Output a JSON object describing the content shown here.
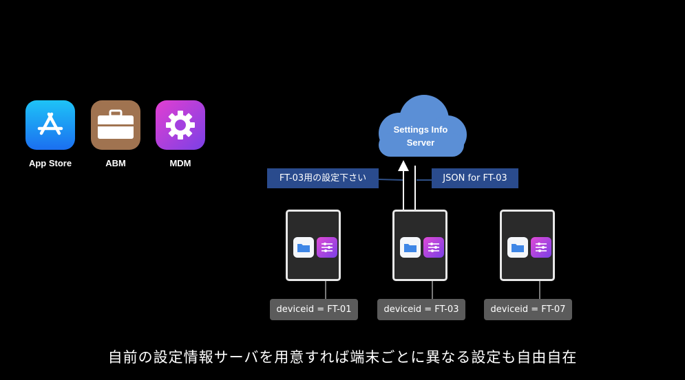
{
  "apps": [
    {
      "label": "App Store",
      "icon": "app-store-icon"
    },
    {
      "label": "ABM",
      "icon": "briefcase-icon"
    },
    {
      "label": "MDM",
      "icon": "gear-icon"
    }
  ],
  "server": {
    "line1": "Settings Info",
    "line2": "Server"
  },
  "messages": {
    "request": "FT-03用の設定下さい",
    "response": "JSON for FT-03"
  },
  "devices": [
    {
      "label": "deviceid = FT-01"
    },
    {
      "label": "deviceid = FT-03"
    },
    {
      "label": "deviceid = FT-07"
    }
  ],
  "caption": "自前の設定情報サーバを用意すれば端末ごとに異なる設定も自由自在",
  "colors": {
    "background": "#000000",
    "cloud": "#5b8fd6",
    "tag": "#2a4b8d",
    "device_label": "#5b5b5b"
  }
}
